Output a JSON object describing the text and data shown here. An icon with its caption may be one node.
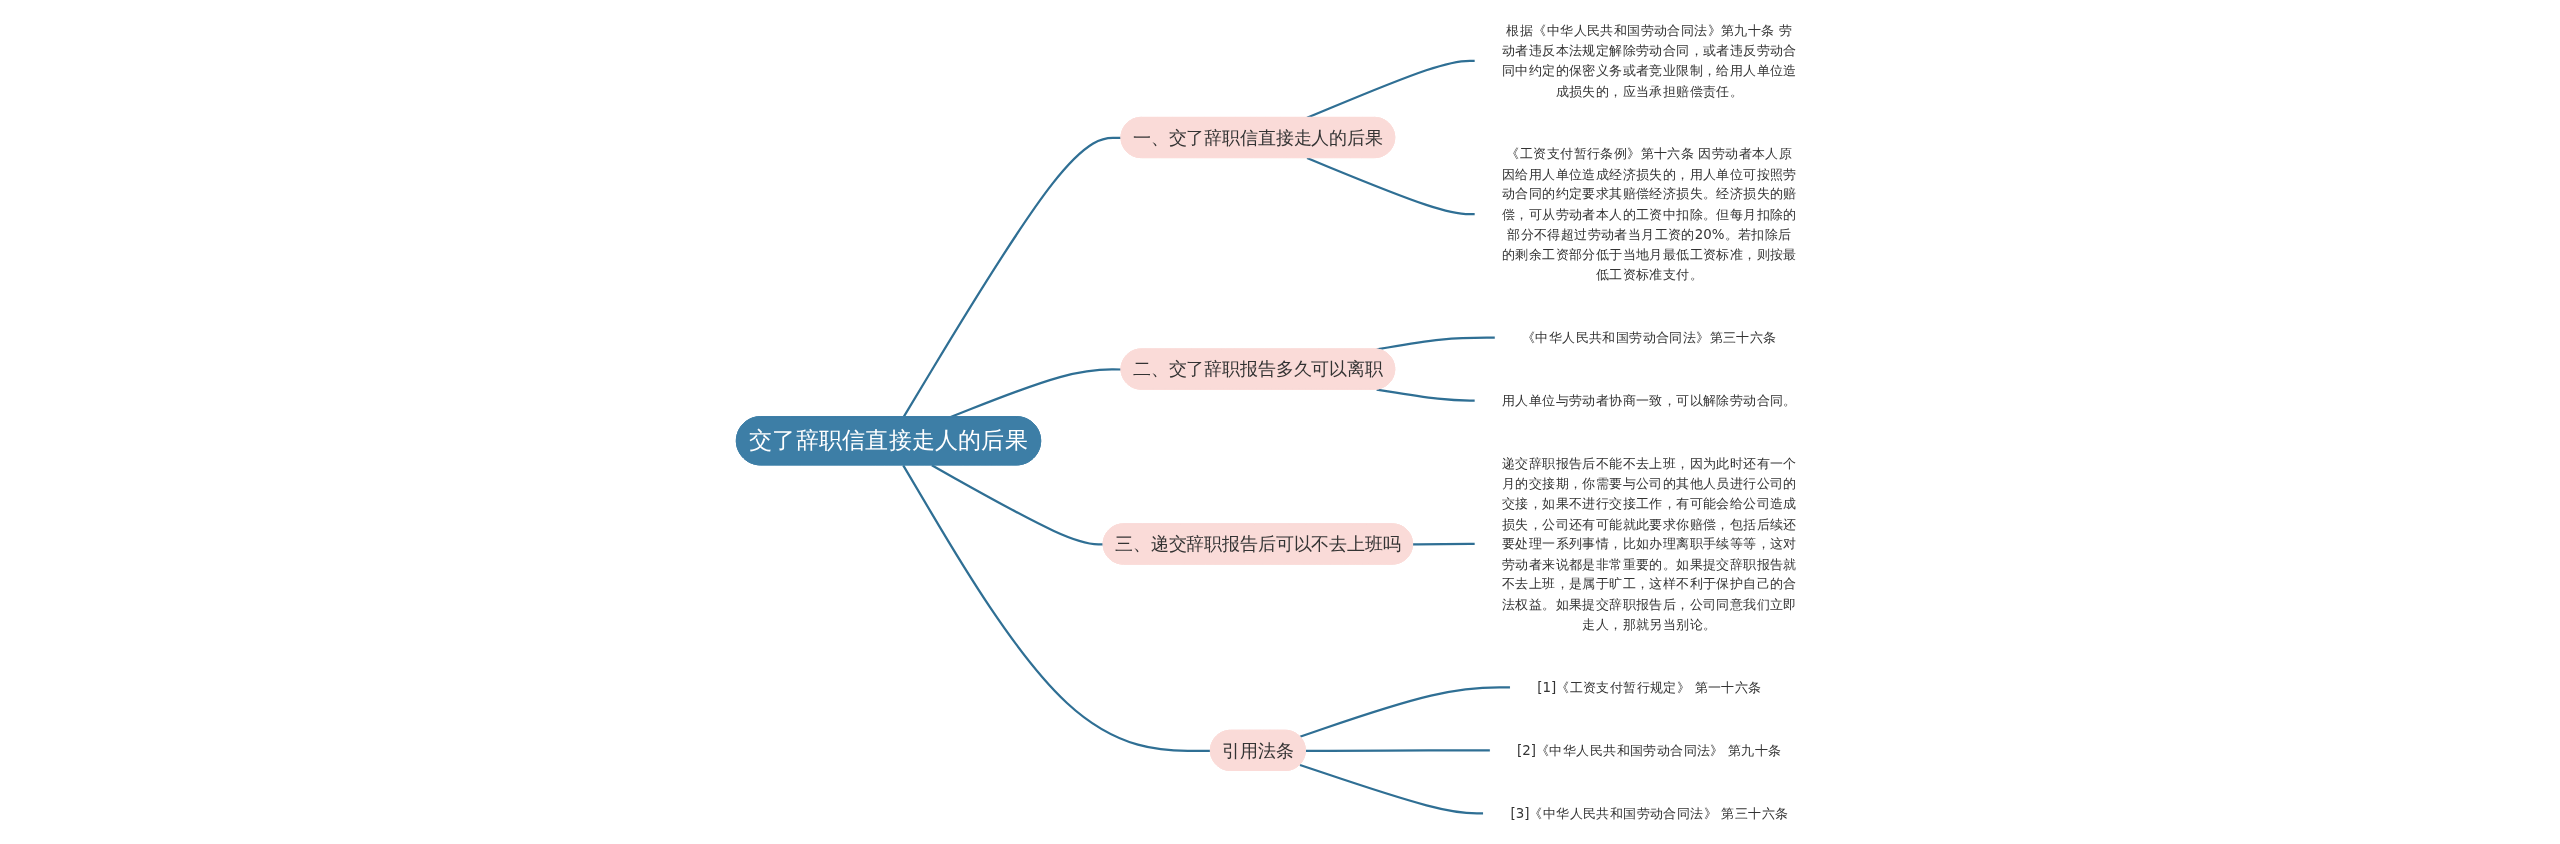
{
  "diagram": {
    "nodes": [
      {
        "text": [
          "交了辞职信直接走人的后果"
        ]
      },
      {
        "text": [
          "一、交了辞职信直接走人的后果"
        ]
      },
      {
        "text": [
          "根据《中华人民共和国劳动合同法》第九十条 劳动者违反本法规定解除劳动合同，或者违反劳动合同中约定的保密义务或者竞业限制，给用人单位造成损失的，应当承担赔偿责任。"
        ]
      },
      {
        "text": [
          "《工资支付暂行条例》第十六条 因劳动者本人原因给用人单位造成经济损失的，用人单位可按照劳动合同的约定要求其赔偿经济损失。经济损失的赔偿，可从劳动者本人的工资中扣除。但每月扣除的部分不得超过劳动者当月工资的20%。若扣除后的剩余工资部分低于当地月最低工资标准，则按最低工资标准支付。"
        ]
      },
      {
        "text": [
          "二、交了辞职报告多久可以离职"
        ]
      },
      {
        "text": [
          "《中华人民共和国劳动合同法》第三十六条"
        ]
      },
      {
        "text": [
          "用人单位与劳动者协商一致，可以解除劳动合同。"
        ]
      },
      {
        "text": [
          "三、递交辞职报告后可以不去上班吗"
        ]
      },
      {
        "text": [
          "递交辞职报告后不能不去上班，因为此时还有一个月的交接期，你需要与公司的其他人员进行公司的交接，如果不进行交接工作，有可能会给公司造成损失，公司还有可能就此要求你赔偿，包括后续还要处理一系列事情，比如办理离职手续等等，这对劳动者来说都是非常重要的。如果提交辞职报告就不去上班，是属于旷工，这样不利于保护自己的合法权益。如果提交辞职报告后，公司同意我们立即走人，那就另当别论。"
        ]
      },
      {
        "text": [
          "引用法条"
        ]
      },
      {
        "text": [
          "[1]《工资支付暂行规定》 第一十六条"
        ]
      },
      {
        "text": [
          "[2]《中华人民共和国劳动合同法》 第九十条"
        ]
      },
      {
        "text": [
          "[3]《中华人民共和国劳动合同法》 第三十六条"
        ]
      }
    ],
    "edges": [
      {
        "from": 0,
        "to": 1,
        "arrow": "none"
      },
      {
        "from": 1,
        "to": 2,
        "arrow": "none"
      },
      {
        "from": 1,
        "to": 3,
        "arrow": "none"
      },
      {
        "from": 0,
        "to": 4,
        "arrow": "none"
      },
      {
        "from": 4,
        "to": 5,
        "arrow": "none"
      },
      {
        "from": 4,
        "to": 6,
        "arrow": "none"
      },
      {
        "from": 0,
        "to": 7,
        "arrow": "none"
      },
      {
        "from": 7,
        "to": 8,
        "arrow": "none"
      },
      {
        "from": 0,
        "to": 9,
        "arrow": "none"
      },
      {
        "from": 9,
        "to": 10,
        "arrow": "none"
      },
      {
        "from": 9,
        "to": 11,
        "arrow": "none"
      },
      {
        "from": 9,
        "to": 12,
        "arrow": "none"
      }
    ]
  }
}
